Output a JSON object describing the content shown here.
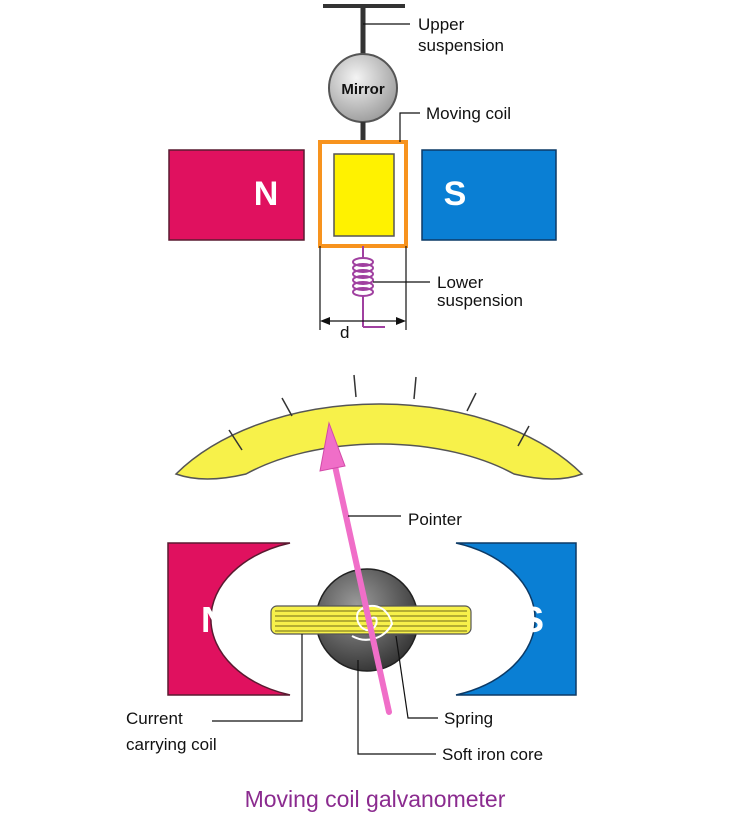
{
  "labels": {
    "upper_suspension_1": "Upper",
    "upper_suspension_2": "suspension",
    "mirror": "Mirror",
    "moving_coil": "Moving coil",
    "lower_suspension_1": "Lower",
    "lower_suspension_2": "suspension",
    "distance": "d",
    "pointer": "Pointer",
    "current_coil_1": "Current",
    "current_coil_2": "carrying coil",
    "spring": "Spring",
    "soft_iron_core": "Soft iron core"
  },
  "magnets": {
    "north": "N",
    "south": "S"
  },
  "caption": "Moving coil galvanometer",
  "colors": {
    "north_magnet": "#e0115f",
    "south_magnet": "#0a7fd4",
    "coil_fill": "#fff200",
    "coil_frame": "#f7931e",
    "scale": "#f7f14a",
    "pointer": "#f06ec8",
    "spring": "#a040a0",
    "caption": "#8b2b8f"
  }
}
